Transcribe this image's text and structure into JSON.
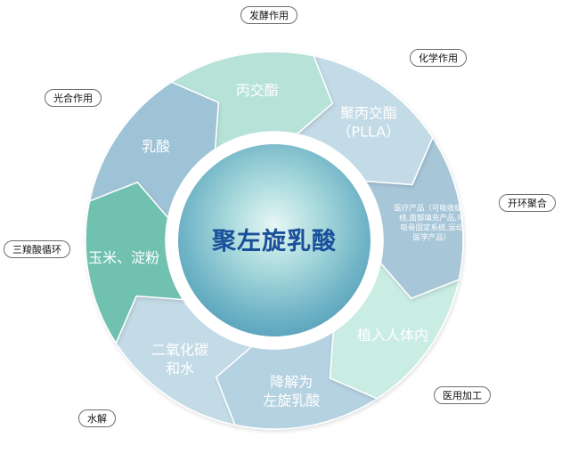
{
  "colors": {
    "teal": "#6fc1b0",
    "blue_gray": "#9ec2d6",
    "mint": "#b6e2d8",
    "light_blue": "#c3dbe7",
    "steel": "#a7c6d8",
    "pale_mint": "#c9ece3",
    "pale_blue": "#b4d2e1",
    "center_text": "#1a4f9a"
  },
  "center": {
    "title": "聚左旋乳酸"
  },
  "segments": [
    {
      "id": "corn-starch",
      "lines": [
        "玉米、淀粉"
      ]
    },
    {
      "id": "lactic-acid",
      "lines": [
        "乳酸"
      ]
    },
    {
      "id": "lactide",
      "lines": [
        "丙交酯"
      ]
    },
    {
      "id": "plla",
      "lines": [
        "聚丙交酯",
        "（PLLA）"
      ]
    },
    {
      "id": "medical-products",
      "lines": [
        "医疗产品（可吸收缝合",
        "线,面部填充产品,可",
        "吸骨固定系统,运动",
        "医学产品）"
      ]
    },
    {
      "id": "implant",
      "lines": [
        "植入人体内"
      ]
    },
    {
      "id": "degrade",
      "lines": [
        "降解为",
        "左旋乳酸"
      ]
    },
    {
      "id": "co2-water",
      "lines": [
        "二氧化碳",
        "和水"
      ]
    }
  ],
  "processes": [
    {
      "id": "fermentation",
      "label": "发酵作用"
    },
    {
      "id": "chemical",
      "label": "化学作用"
    },
    {
      "id": "ring-opening",
      "label": "开环聚合"
    },
    {
      "id": "medical-processing",
      "label": "医用加工"
    },
    {
      "id": "hydrolysis",
      "label": "水解"
    },
    {
      "id": "tca-cycle",
      "label": "三羧酸循环"
    },
    {
      "id": "photosynthesis",
      "label": "光合作用"
    }
  ]
}
